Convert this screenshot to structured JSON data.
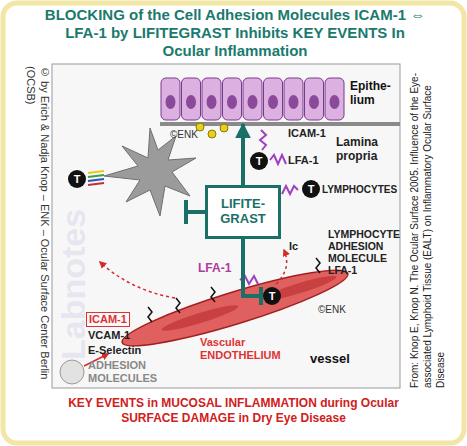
{
  "diagram": {
    "title": "BLOCKING of the Cell Adhesion Molecules ICAM-1 ⇔ LFA-1 by LIFITEGRAST Inhibits KEY EVENTS In Ocular Inflammation",
    "caption": "KEY EVENTS in MUCOSAL INFLAMMATION during Ocular SURFACE DAMAGE in Dry Eye Disease",
    "nodes": [
      {
        "text": [
          "Epithe- lium"
        ]
      },
      {
        "text": [
          "T"
        ]
      },
      {
        "text": [
          "T"
        ]
      },
      {
        "text": [
          "T"
        ]
      },
      {
        "text": [
          "LIFITE- GRAST"
        ]
      },
      {
        "text": [
          "T"
        ]
      }
    ],
    "edges": [
      {
        "from": 4,
        "to": 0,
        "arrow": "to"
      },
      {
        "from": 4,
        "to": 5,
        "arrow": "none"
      }
    ],
    "labels": [
      "ICAM-1",
      "LFA-1",
      "Lamina propria",
      "LYMPHOCYTES",
      "©ENK",
      "Ic",
      "LYMPHOCYTE ADHESION MOLECULE LFA-1",
      "LFA-1",
      "ICAM-1",
      "VCAM-1",
      "E-Selectin",
      "ADHESION MOLECULES",
      "Vascular ENDOTHELIUM",
      "vessel",
      "©ENK",
      "© by Erich & Nadja Knop – ENK – Ocular Surface Center Berlin (OCSB)",
      "From: Knop E, Knop N. The Ocular Surface 2005. Influence of the Eye-associated Lymphoid Tissue (EALT) on Inflammatory Ocular Surface Disease",
      "Labnotes"
    ]
  }
}
